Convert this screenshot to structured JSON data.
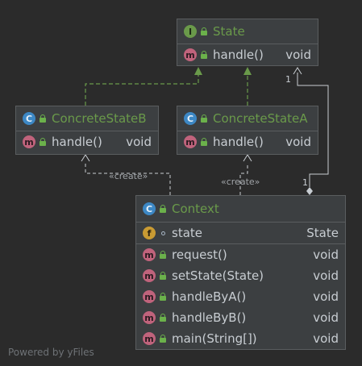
{
  "nodes": {
    "state": {
      "title": "State",
      "badge": "I",
      "rows": [
        {
          "badge": "m",
          "name": "handle()",
          "type": "void"
        }
      ]
    },
    "concrete_b": {
      "title": "ConcreteStateB",
      "badge": "C",
      "rows": [
        {
          "badge": "m",
          "name": "handle()",
          "type": "void"
        }
      ]
    },
    "concrete_a": {
      "title": "ConcreteStateA",
      "badge": "C",
      "rows": [
        {
          "badge": "m",
          "name": "handle()",
          "type": "void"
        }
      ]
    },
    "context": {
      "title": "Context",
      "badge": "C",
      "fields": [
        {
          "badge": "f",
          "name": "state",
          "type": "State"
        }
      ],
      "methods": [
        {
          "badge": "m",
          "name": "request()",
          "type": "void"
        },
        {
          "badge": "m",
          "name": "setState(State)",
          "type": "void"
        },
        {
          "badge": "m",
          "name": "handleByA()",
          "type": "void"
        },
        {
          "badge": "m",
          "name": "handleByB()",
          "type": "void"
        },
        {
          "badge": "m",
          "name": "main(String[])",
          "type": "void"
        }
      ]
    }
  },
  "edges": {
    "create_label_b": "«create»",
    "create_label_a": "«create»",
    "mult_state": "1",
    "mult_context": "1"
  },
  "footer": "Powered by yFiles",
  "colors": {
    "background": "#2b2b2b",
    "node_fill": "#3c3f41",
    "title_green": "#6a9a4a",
    "arrow_green": "#6a9a4a",
    "association": "#c8cdd2"
  }
}
